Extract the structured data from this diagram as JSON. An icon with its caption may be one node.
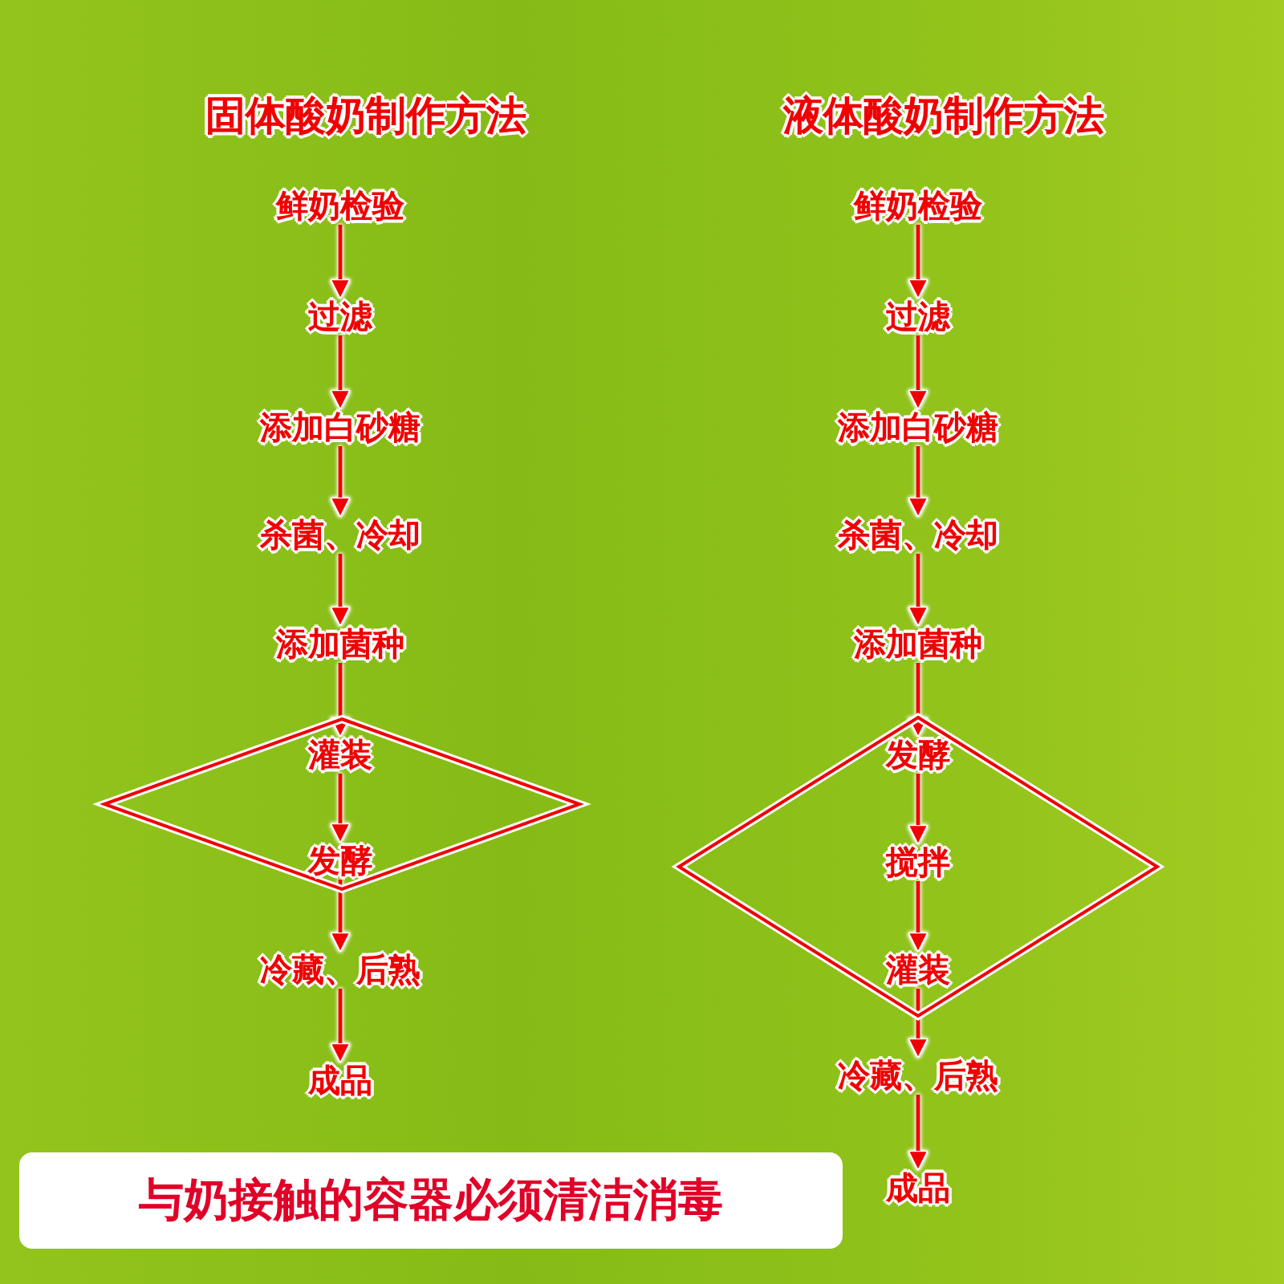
{
  "diagram": {
    "nodes": [
      {
        "text": [
          "鲜奶检验"
        ]
      },
      {
        "text": [
          "过滤"
        ]
      },
      {
        "text": [
          "添加白砂糖"
        ]
      },
      {
        "text": [
          "杀菌、冷却"
        ]
      },
      {
        "text": [
          "添加菌种"
        ]
      },
      {
        "text": [],
        "shape": "diamond"
      },
      {
        "text": [
          "灌装"
        ],
        "in": 5
      },
      {
        "text": [
          "发酵"
        ],
        "in": 5
      },
      {
        "text": [
          "冷藏、后熟"
        ]
      },
      {
        "text": [
          "成品"
        ]
      },
      {
        "text": [
          "鲜奶检验"
        ]
      },
      {
        "text": [
          "过滤"
        ]
      },
      {
        "text": [
          "添加白砂糖"
        ]
      },
      {
        "text": [
          "杀菌、冷却"
        ]
      },
      {
        "text": [
          "添加菌种"
        ]
      },
      {
        "text": [],
        "shape": "diamond"
      },
      {
        "text": [
          "发酵"
        ],
        "in": 15
      },
      {
        "text": [
          "搅拌"
        ],
        "in": 15
      },
      {
        "text": [
          "灌装"
        ],
        "in": 15
      },
      {
        "text": [
          "冷藏、后熟"
        ]
      },
      {
        "text": [
          "成品"
        ]
      },
      {
        "text": [
          "与奶接触的容器必须清洁消毒"
        ]
      }
    ],
    "edges": [
      {
        "from": 0,
        "to": 1,
        "arrow": "to"
      },
      {
        "from": 1,
        "to": 2,
        "arrow": "to"
      },
      {
        "from": 2,
        "to": 3,
        "arrow": "to"
      },
      {
        "from": 3,
        "to": 4,
        "arrow": "to"
      },
      {
        "from": 4,
        "to": 6,
        "arrow": "to"
      },
      {
        "from": 6,
        "to": 7,
        "arrow": "to"
      },
      {
        "from": 7,
        "to": 8,
        "arrow": "to"
      },
      {
        "from": 8,
        "to": 9,
        "arrow": "to"
      },
      {
        "from": 10,
        "to": 11,
        "arrow": "to"
      },
      {
        "from": 11,
        "to": 12,
        "arrow": "to"
      },
      {
        "from": 12,
        "to": 13,
        "arrow": "to"
      },
      {
        "from": 13,
        "to": 14,
        "arrow": "to"
      },
      {
        "from": 14,
        "to": 16,
        "arrow": "to"
      },
      {
        "from": 16,
        "to": 17,
        "arrow": "to"
      },
      {
        "from": 17,
        "to": 18,
        "arrow": "to"
      },
      {
        "from": 18,
        "to": 19,
        "arrow": "to"
      },
      {
        "from": 19,
        "to": 20,
        "arrow": "to"
      }
    ],
    "labels": [
      "固体酸奶制作方法",
      "液体酸奶制作方法"
    ]
  }
}
